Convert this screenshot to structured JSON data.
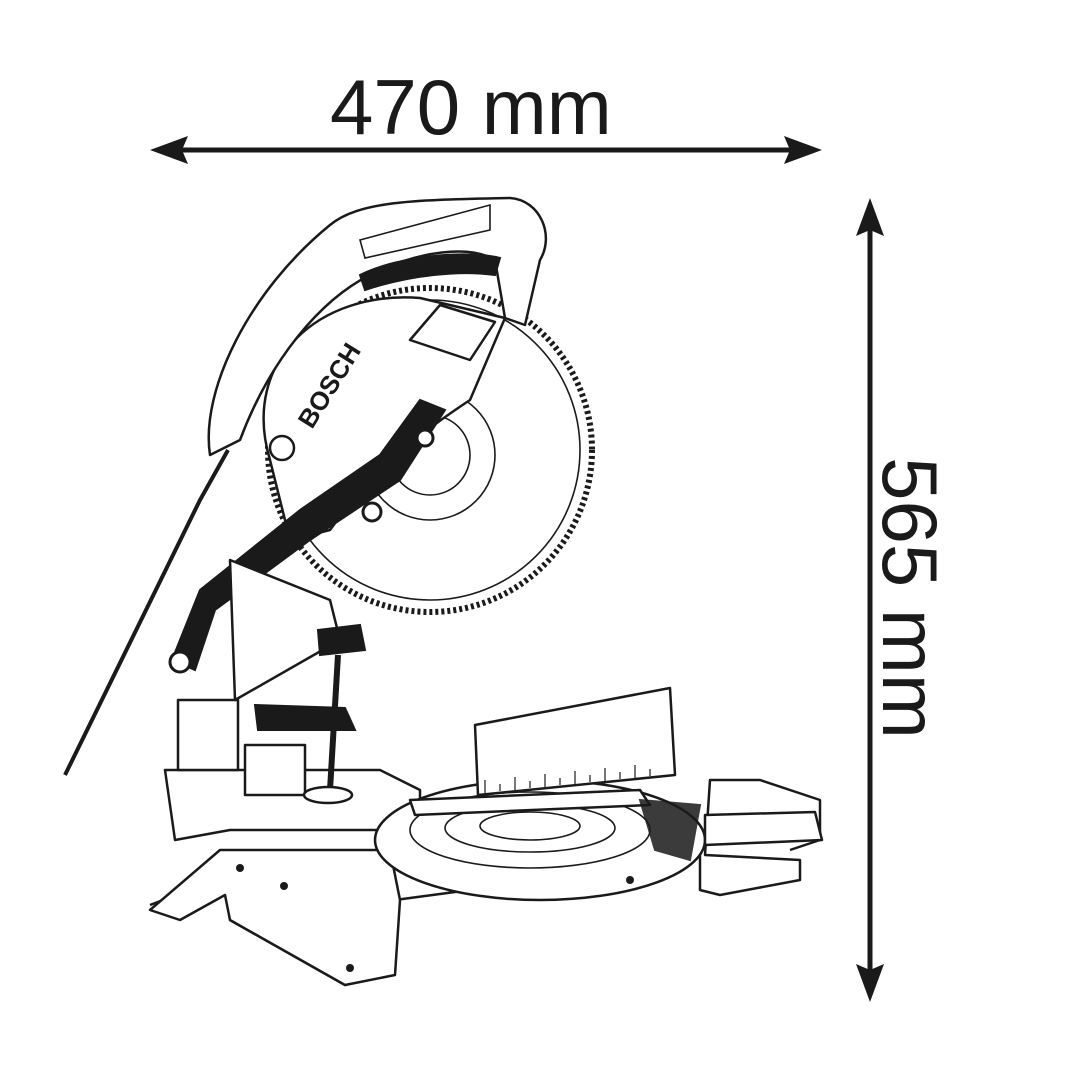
{
  "dimensions": {
    "width_label": "470 mm",
    "height_label": "565 mm"
  },
  "product": {
    "type": "Mitre saw",
    "brand_logo_text": "BOSCH"
  },
  "colors": {
    "line": "#1a1a1a",
    "background": "#ffffff"
  }
}
